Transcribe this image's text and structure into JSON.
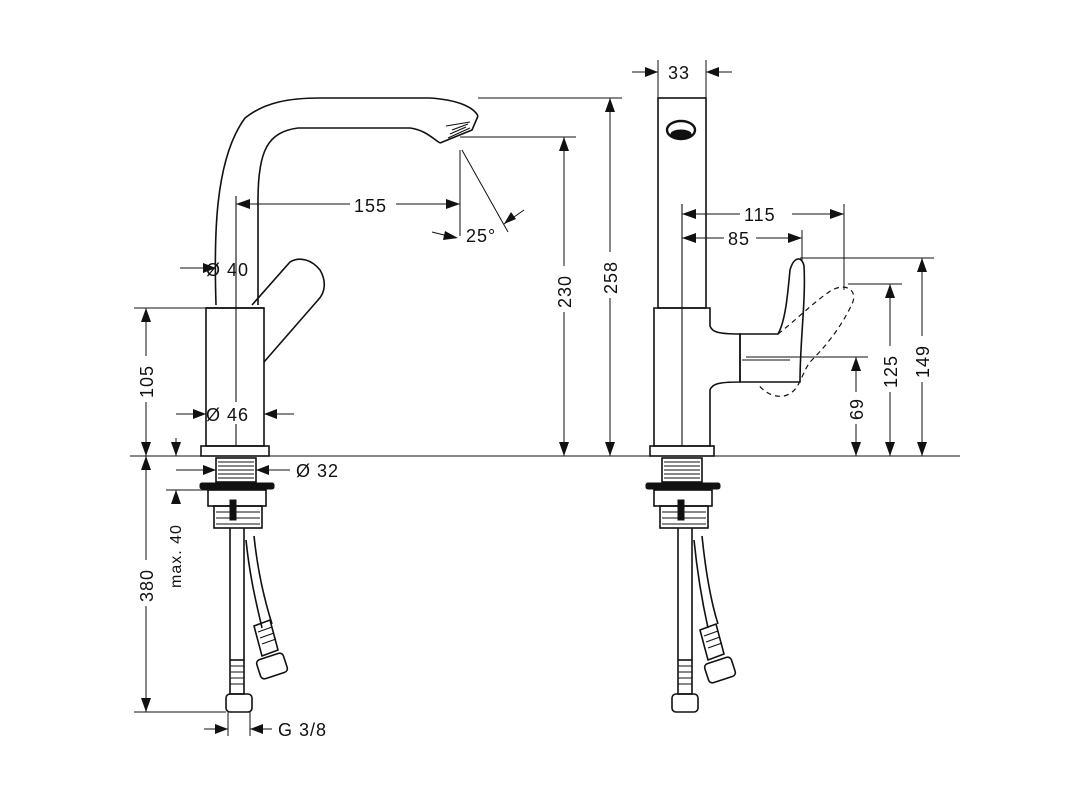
{
  "dimensions": {
    "spout_reach": "155",
    "spray_angle": "25°",
    "spout_diameter": "Ø 40",
    "body_diameter": "Ø 46",
    "shank_diameter": "Ø 32",
    "lever_height": "105",
    "total_height": "258",
    "outlet_height": "230",
    "hose_length": "380",
    "max_counter_thickness": "max. 40",
    "connection_thread": "G 3/8",
    "spout_width": "33",
    "lever_reach_max": "115",
    "lever_reach": "85",
    "handle_height": "149",
    "handle_open_height": "125",
    "lever_axis_height": "69"
  }
}
